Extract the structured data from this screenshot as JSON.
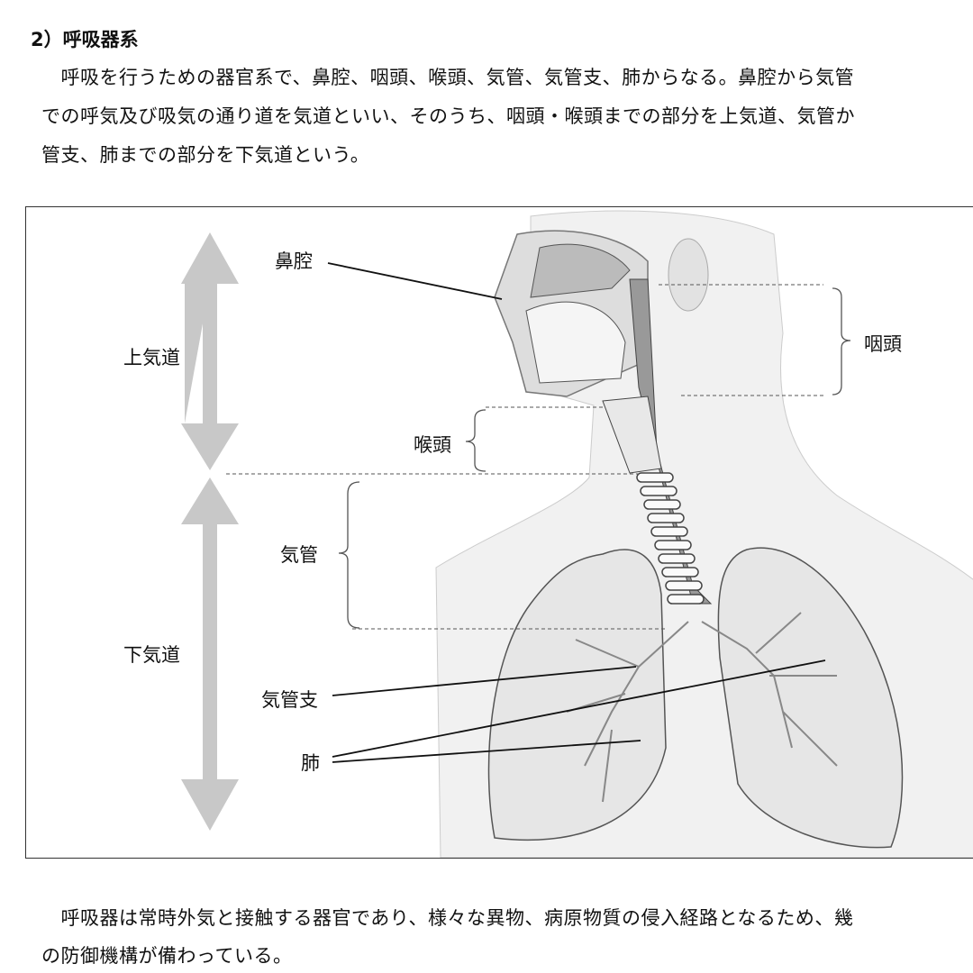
{
  "section_heading": "2）呼吸器系",
  "intro_lines": [
    "　呼吸を行うための器官系で、鼻腔、咽頭、喉頭、気管、気管支、肺からなる。鼻腔から気管",
    "での呼気及び吸気の通り道を気道といい、そのうち、咽頭・喉頭までの部分を上気道、気管か",
    "管支、肺までの部分を下気道という。"
  ],
  "figure": {
    "labels": {
      "nasal_cavity": "鼻腔",
      "upper_airway": "上気道",
      "pharynx": "咽頭",
      "larynx": "喉頭",
      "trachea": "気管",
      "lower_airway": "下気道",
      "bronchi": "気管支",
      "lungs": "肺"
    }
  },
  "closing_lines": [
    "　呼吸器は常時外気と接触する器官であり、様々な異物、病原物質の侵入経路となるため、幾",
    "の防御機構が備わっている。"
  ]
}
